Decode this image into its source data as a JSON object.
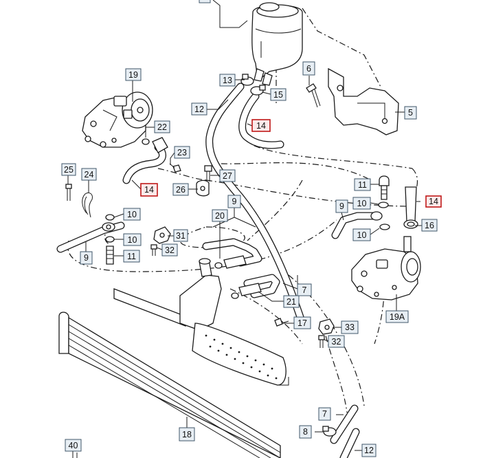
{
  "diagram": {
    "callouts": [
      {
        "id": "c-top",
        "text": ""
      },
      {
        "id": "c13",
        "text": "13"
      },
      {
        "id": "c15",
        "text": "15"
      },
      {
        "id": "c6",
        "text": "6"
      },
      {
        "id": "c12a",
        "text": "12"
      },
      {
        "id": "c14a",
        "text": "14",
        "highlight": true
      },
      {
        "id": "c5",
        "text": "5"
      },
      {
        "id": "c19",
        "text": "19"
      },
      {
        "id": "c22",
        "text": "22"
      },
      {
        "id": "c23",
        "text": "23"
      },
      {
        "id": "c25",
        "text": "25"
      },
      {
        "id": "c24",
        "text": "24"
      },
      {
        "id": "c27",
        "text": "27"
      },
      {
        "id": "c14b",
        "text": "14",
        "highlight": true
      },
      {
        "id": "c26",
        "text": "26"
      },
      {
        "id": "c11a",
        "text": "11"
      },
      {
        "id": "c14c",
        "text": "14",
        "highlight": true
      },
      {
        "id": "c10a",
        "text": "10"
      },
      {
        "id": "c9a",
        "text": "9"
      },
      {
        "id": "c10b",
        "text": "10"
      },
      {
        "id": "c9b",
        "text": "9"
      },
      {
        "id": "c20",
        "text": "20"
      },
      {
        "id": "c16",
        "text": "16"
      },
      {
        "id": "c10c",
        "text": "10"
      },
      {
        "id": "c31",
        "text": "31"
      },
      {
        "id": "c10d",
        "text": "10"
      },
      {
        "id": "c32a",
        "text": "32"
      },
      {
        "id": "c11b",
        "text": "11"
      },
      {
        "id": "c9c",
        "text": "9"
      },
      {
        "id": "c7a",
        "text": "7"
      },
      {
        "id": "c21",
        "text": "21"
      },
      {
        "id": "c19a",
        "text": "19A"
      },
      {
        "id": "c17",
        "text": "17"
      },
      {
        "id": "c33",
        "text": "33"
      },
      {
        "id": "c32b",
        "text": "32"
      },
      {
        "id": "c7b",
        "text": "7"
      },
      {
        "id": "c18",
        "text": "18"
      },
      {
        "id": "c8",
        "text": "8"
      },
      {
        "id": "c40",
        "text": "40"
      },
      {
        "id": "c12b",
        "text": "12"
      }
    ]
  }
}
